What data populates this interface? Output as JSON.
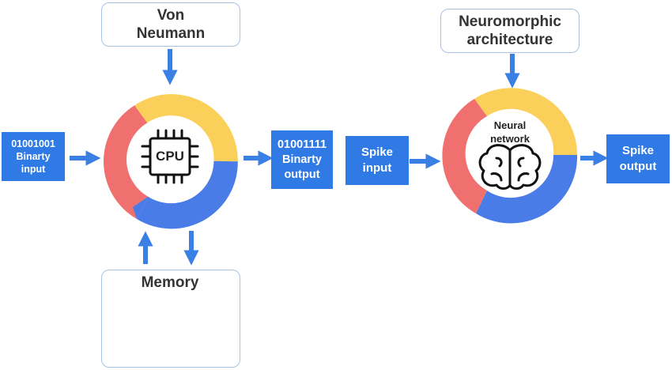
{
  "von_neumann": {
    "title_line1": "Von",
    "title_line2": "Neumann",
    "input_bits": "01001001",
    "input_label_line1": "Binarty",
    "input_label_line2": "input",
    "cpu_label": "CPU",
    "output_bits": "01001111",
    "output_label_line1": "Binarty",
    "output_label_line2": "output",
    "memory_label": "Memory"
  },
  "neuromorphic": {
    "title_line1": "Neuromorphic",
    "title_line2": "architecture",
    "input_label_line1": "Spike",
    "input_label_line2": "input",
    "center_line1": "Neural",
    "center_line2": "network",
    "output_label_line1": "Spike",
    "output_label_line2": "output"
  },
  "colors": {
    "blue": "#2f7ae5",
    "arrow_blue": "#3a7fe4",
    "ring_yellow": "#fbd05a",
    "ring_blue": "#4a7ce8",
    "ring_red": "#f07070",
    "box_border": "#a9c3e6"
  }
}
